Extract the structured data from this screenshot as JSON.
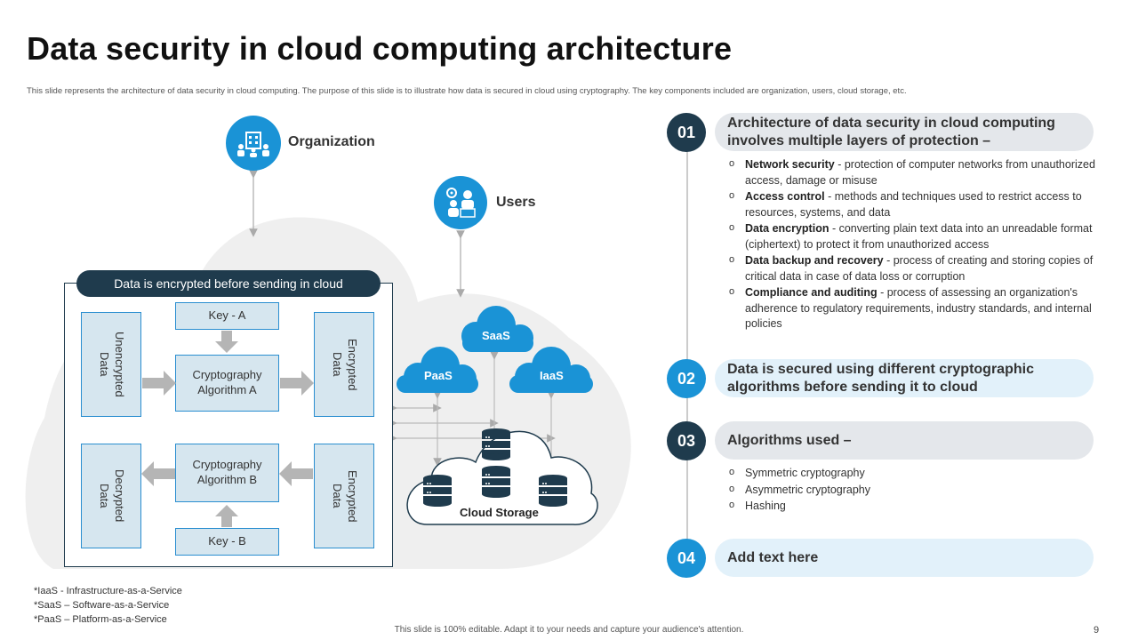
{
  "title": "Data security in cloud computing architecture",
  "subtitle": "This slide represents the architecture of data security in cloud computing. The purpose of this slide is to illustrate how data is secured in cloud using cryptography. The key components included are organization, users, cloud storage, etc.",
  "diagram": {
    "organization_label": "Organization",
    "users_label": "Users",
    "encrypt_banner": "Data is encrypted before sending in cloud",
    "key_a": "Key - A",
    "key_b": "Key - B",
    "algo_a": "Cryptography\nAlgorithm A",
    "algo_b": "Cryptography\nAlgorithm B",
    "unencrypted": "Unencrypted\nData",
    "encrypted_top": "Encrypted\nData",
    "decrypted": "Decrypted\nData",
    "encrypted_bottom": "Encrypted\nData",
    "saas": "SaaS",
    "paas": "PaaS",
    "iaas": "IaaS",
    "cloud_storage": "Cloud Storage"
  },
  "items": [
    {
      "number": "01",
      "heading": "Architecture of data security in cloud computing involves multiple layers of protection –",
      "bullets": [
        {
          "term": "Network security",
          "desc": " - protection of computer networks from unauthorized access, damage or misuse"
        },
        {
          "term": "Access control",
          "desc": " - methods and techniques used to restrict access to resources, systems, and data"
        },
        {
          "term": "Data encryption",
          "desc": " - converting plain text data into an unreadable format (ciphertext) to protect it from unauthorized access"
        },
        {
          "term": "Data backup and recovery",
          "desc": " - process of creating and storing copies of critical data in case of data loss or corruption"
        },
        {
          "term": "Compliance and auditing",
          "desc": " - process of assessing an organization's adherence to regulatory requirements, industry standards, and internal policies"
        }
      ]
    },
    {
      "number": "02",
      "heading": "Data is secured using different cryptographic algorithms before sending it to cloud"
    },
    {
      "number": "03",
      "heading": "Algorithms used –",
      "bullets": [
        "Symmetric cryptography",
        "Asymmetric cryptography",
        "Hashing"
      ]
    },
    {
      "number": "04",
      "heading": "Add text here"
    }
  ],
  "footnotes": [
    "*IaaS - Infrastructure-as-a-Service",
    "*SaaS – Software-as-a-Service",
    "*PaaS – Platform-as-a-Service"
  ],
  "footer": "This slide is 100% editable. Adapt it to your needs and capture your audience's attention.",
  "page_number": "9",
  "colors": {
    "dark": "#1f3b4d",
    "blue": "#1a93d6",
    "light_panel": "#e2f1fa",
    "grey_panel": "#e4e7eb",
    "cell_fill": "#d6e6ef"
  }
}
